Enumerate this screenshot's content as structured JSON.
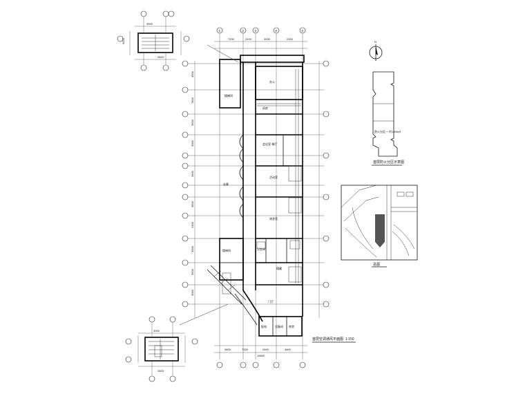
{
  "main_plan": {
    "title": "首层空调通风平面图",
    "scale": "1:150",
    "axes_top": [
      "①",
      "②",
      "③",
      "④",
      "⑤"
    ],
    "axes_left": [
      "Ⓐ",
      "Ⓑ",
      "Ⓒ",
      "Ⓓ",
      "Ⓔ",
      "Ⓕ",
      "Ⓖ",
      "Ⓗ",
      "Ⓘ",
      "Ⓙ",
      "Ⓚ",
      "Ⓛ",
      "Ⓜ"
    ],
    "top_dims": [
      "7200",
      "2400",
      "4000",
      "2300"
    ],
    "bottom_dims": [
      "3600",
      "7200",
      "2400",
      "4400"
    ],
    "bottom_total": "19600",
    "left_dims": [
      "4500",
      "7800",
      "3600",
      "3000",
      "3600",
      "3600",
      "2300",
      "3000",
      "3600",
      "3000",
      "3600"
    ],
    "rooms": [
      "楼梯间",
      "办公",
      "机房",
      "会议室·餐厅",
      "活动室",
      "休息室",
      "卫生间",
      "储藏",
      "门厅",
      "配电",
      "走廊",
      "楼梯间",
      "设备间",
      "库房"
    ]
  },
  "detail_top": {
    "dims": [
      "3900",
      "2600",
      "5000"
    ]
  },
  "detail_bottom": {
    "dims": [
      "3900",
      "2600"
    ]
  },
  "key_plan": {
    "title": "首层防火分区示意图",
    "north": "N",
    "note": "防火分区一 约1490㎡"
  },
  "site_plan": {
    "title": "总图"
  }
}
